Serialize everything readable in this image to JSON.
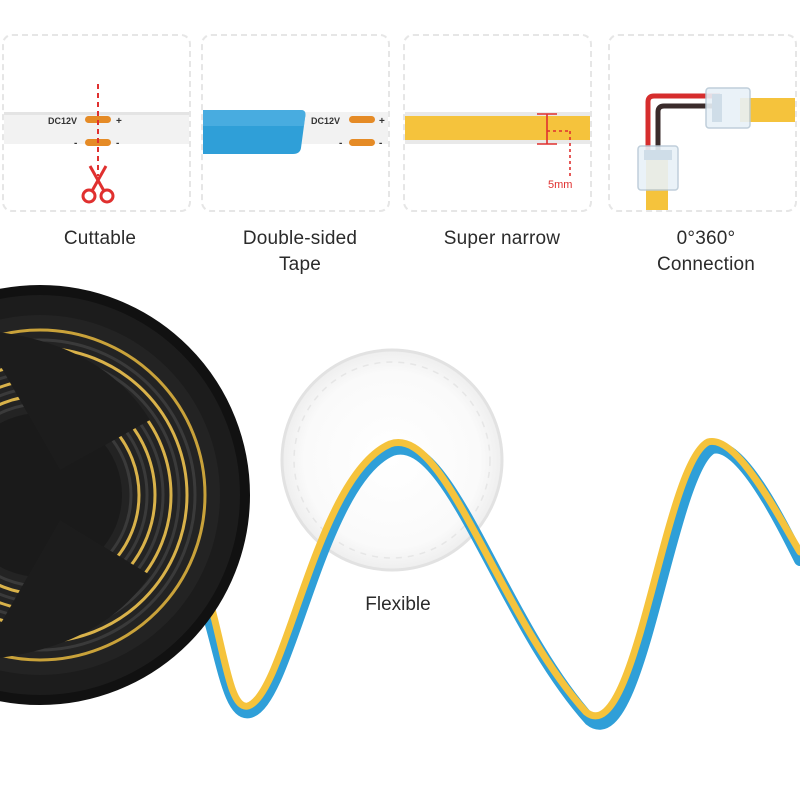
{
  "features": [
    {
      "caption_lines": [
        "Cuttable"
      ],
      "icon": "scissors-icon",
      "strip_label": "DC12V",
      "plus": "+",
      "minus": "-"
    },
    {
      "caption_lines": [
        "Double-sided",
        "Tape"
      ],
      "icon": "tape-icon",
      "strip_label": "DC12V",
      "plus": "+",
      "minus": "-"
    },
    {
      "caption_lines": [
        "Super narrow"
      ],
      "icon": "width-icon",
      "dimension": "5mm"
    },
    {
      "caption_lines": [
        "0°360°",
        "Connection"
      ],
      "icon": "connector-icon"
    }
  ],
  "flexible_label": "Flexible",
  "colors": {
    "strip_yellow": "#f5c33c",
    "tape_blue": "#2f9fd8",
    "cut_red": "#e0302f",
    "reel_black": "#1c1c1c",
    "panel_border": "#e6e6e6"
  }
}
